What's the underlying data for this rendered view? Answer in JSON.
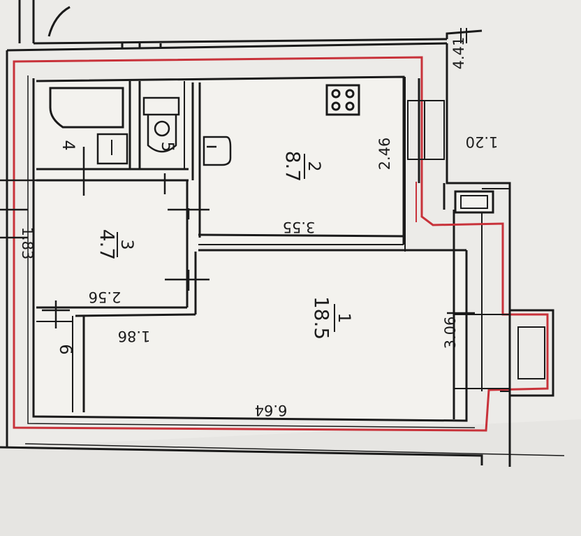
{
  "plan": {
    "colors": {
      "paper": "#ecebe8",
      "wall": "#1a1a1a",
      "boundary": "#c8323a",
      "room_fill": "#f3f2ee"
    },
    "rooms": [
      {
        "id": "room-1",
        "number": "1",
        "area": "18.5"
      },
      {
        "id": "room-2",
        "number": "2",
        "area": "8.7"
      },
      {
        "id": "room-3",
        "number": "3",
        "area": "4.7"
      },
      {
        "id": "room-4",
        "number": "4"
      },
      {
        "id": "room-5",
        "number": "5"
      },
      {
        "id": "room-6",
        "number": "6"
      }
    ],
    "dimensions": {
      "kitchen_length": "3.55",
      "kitchen_width": "2.46",
      "hall_width": "1.83",
      "hall_length": "2.56",
      "corridor_length": "1.86",
      "living_length": "6.64",
      "living_width": "3.06",
      "balcony_width": "1.20",
      "corner_mark": "4.41"
    }
  }
}
